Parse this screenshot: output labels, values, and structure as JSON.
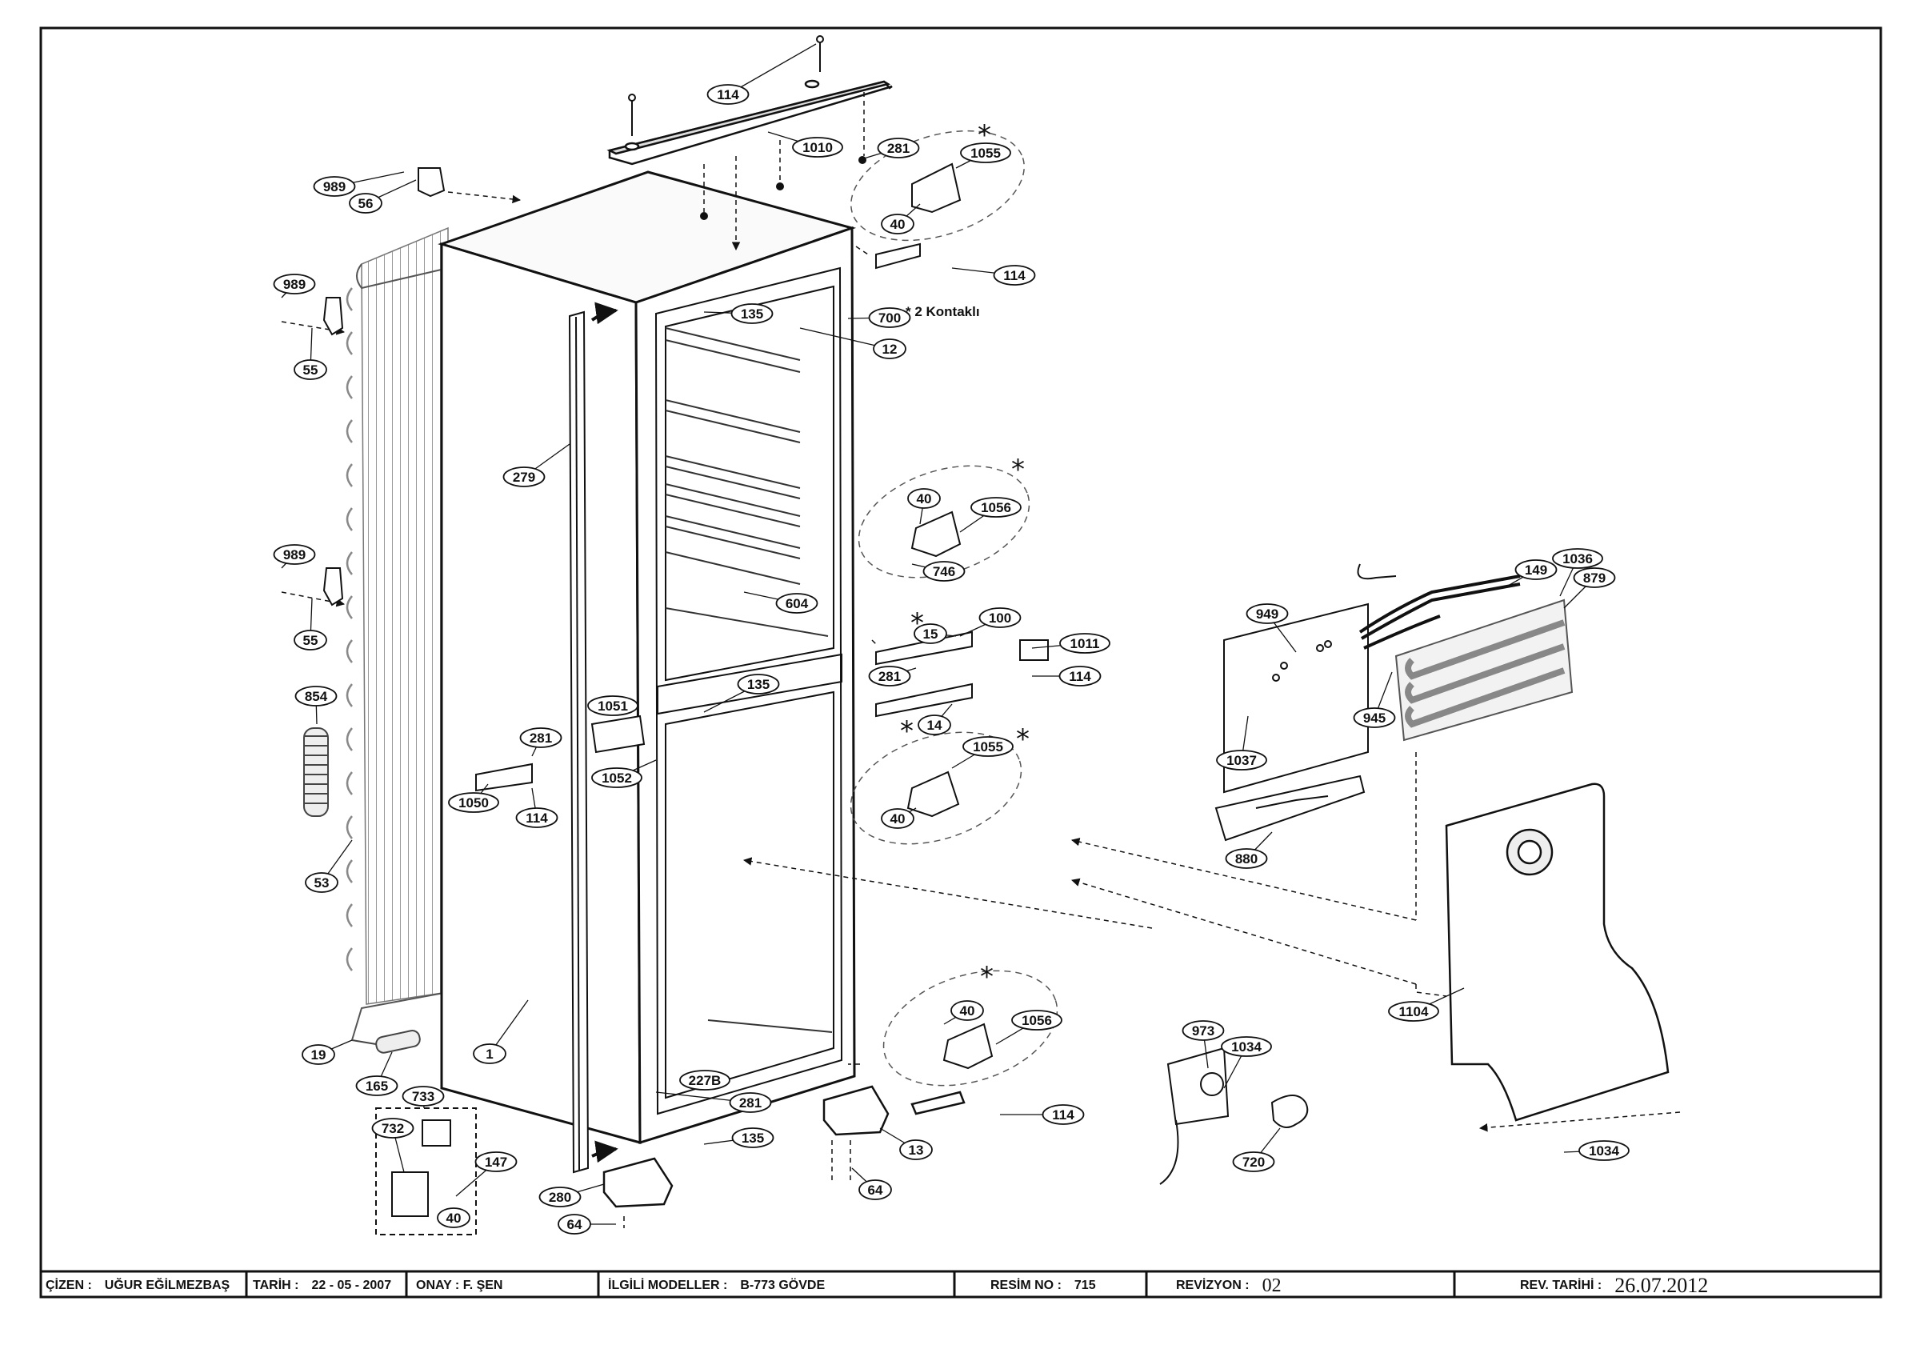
{
  "title_block": {
    "cizen_label": "ÇİZEN :",
    "cizen_value": "UĞUR EĞİLMEZBAŞ",
    "tarih_label": "TARİH :",
    "tarih_value": "22 - 05 - 2007",
    "onay": "ONAY : F. ŞEN",
    "modeller_label": "İLGİLİ MODELLER :",
    "modeller_value": "B-773 GÖVDE",
    "resim_label": "RESİM NO :",
    "resim_value": "715",
    "revizyon_label": "REVİZYON :",
    "revizyon_value": "02",
    "rev_tarihi_label": "REV. TARİHİ :",
    "rev_tarihi_value": "26.07.2012"
  },
  "annotations": {
    "kontakli_note": "* 2 Kontaklı",
    "asterisk": "*"
  },
  "part_labels": [
    "114",
    "1010",
    "281",
    "1055",
    "40",
    "989",
    "56",
    "114",
    "135",
    "700",
    "12",
    "989",
    "55",
    "279",
    "40",
    "1056",
    "989",
    "55",
    "604",
    "746",
    "149",
    "1036",
    "879",
    "949",
    "100",
    "15",
    "1011",
    "281",
    "114",
    "854",
    "135",
    "1051",
    "945",
    "14",
    "1055",
    "281",
    "1052",
    "1037",
    "1050",
    "114",
    "40",
    "880",
    "53",
    "1104",
    "40",
    "1056",
    "973",
    "1034",
    "19",
    "1",
    "165",
    "733",
    "227B",
    "281",
    "732",
    "147",
    "135",
    "13",
    "114",
    "720",
    "1034",
    "280",
    "40",
    "64",
    "64"
  ]
}
